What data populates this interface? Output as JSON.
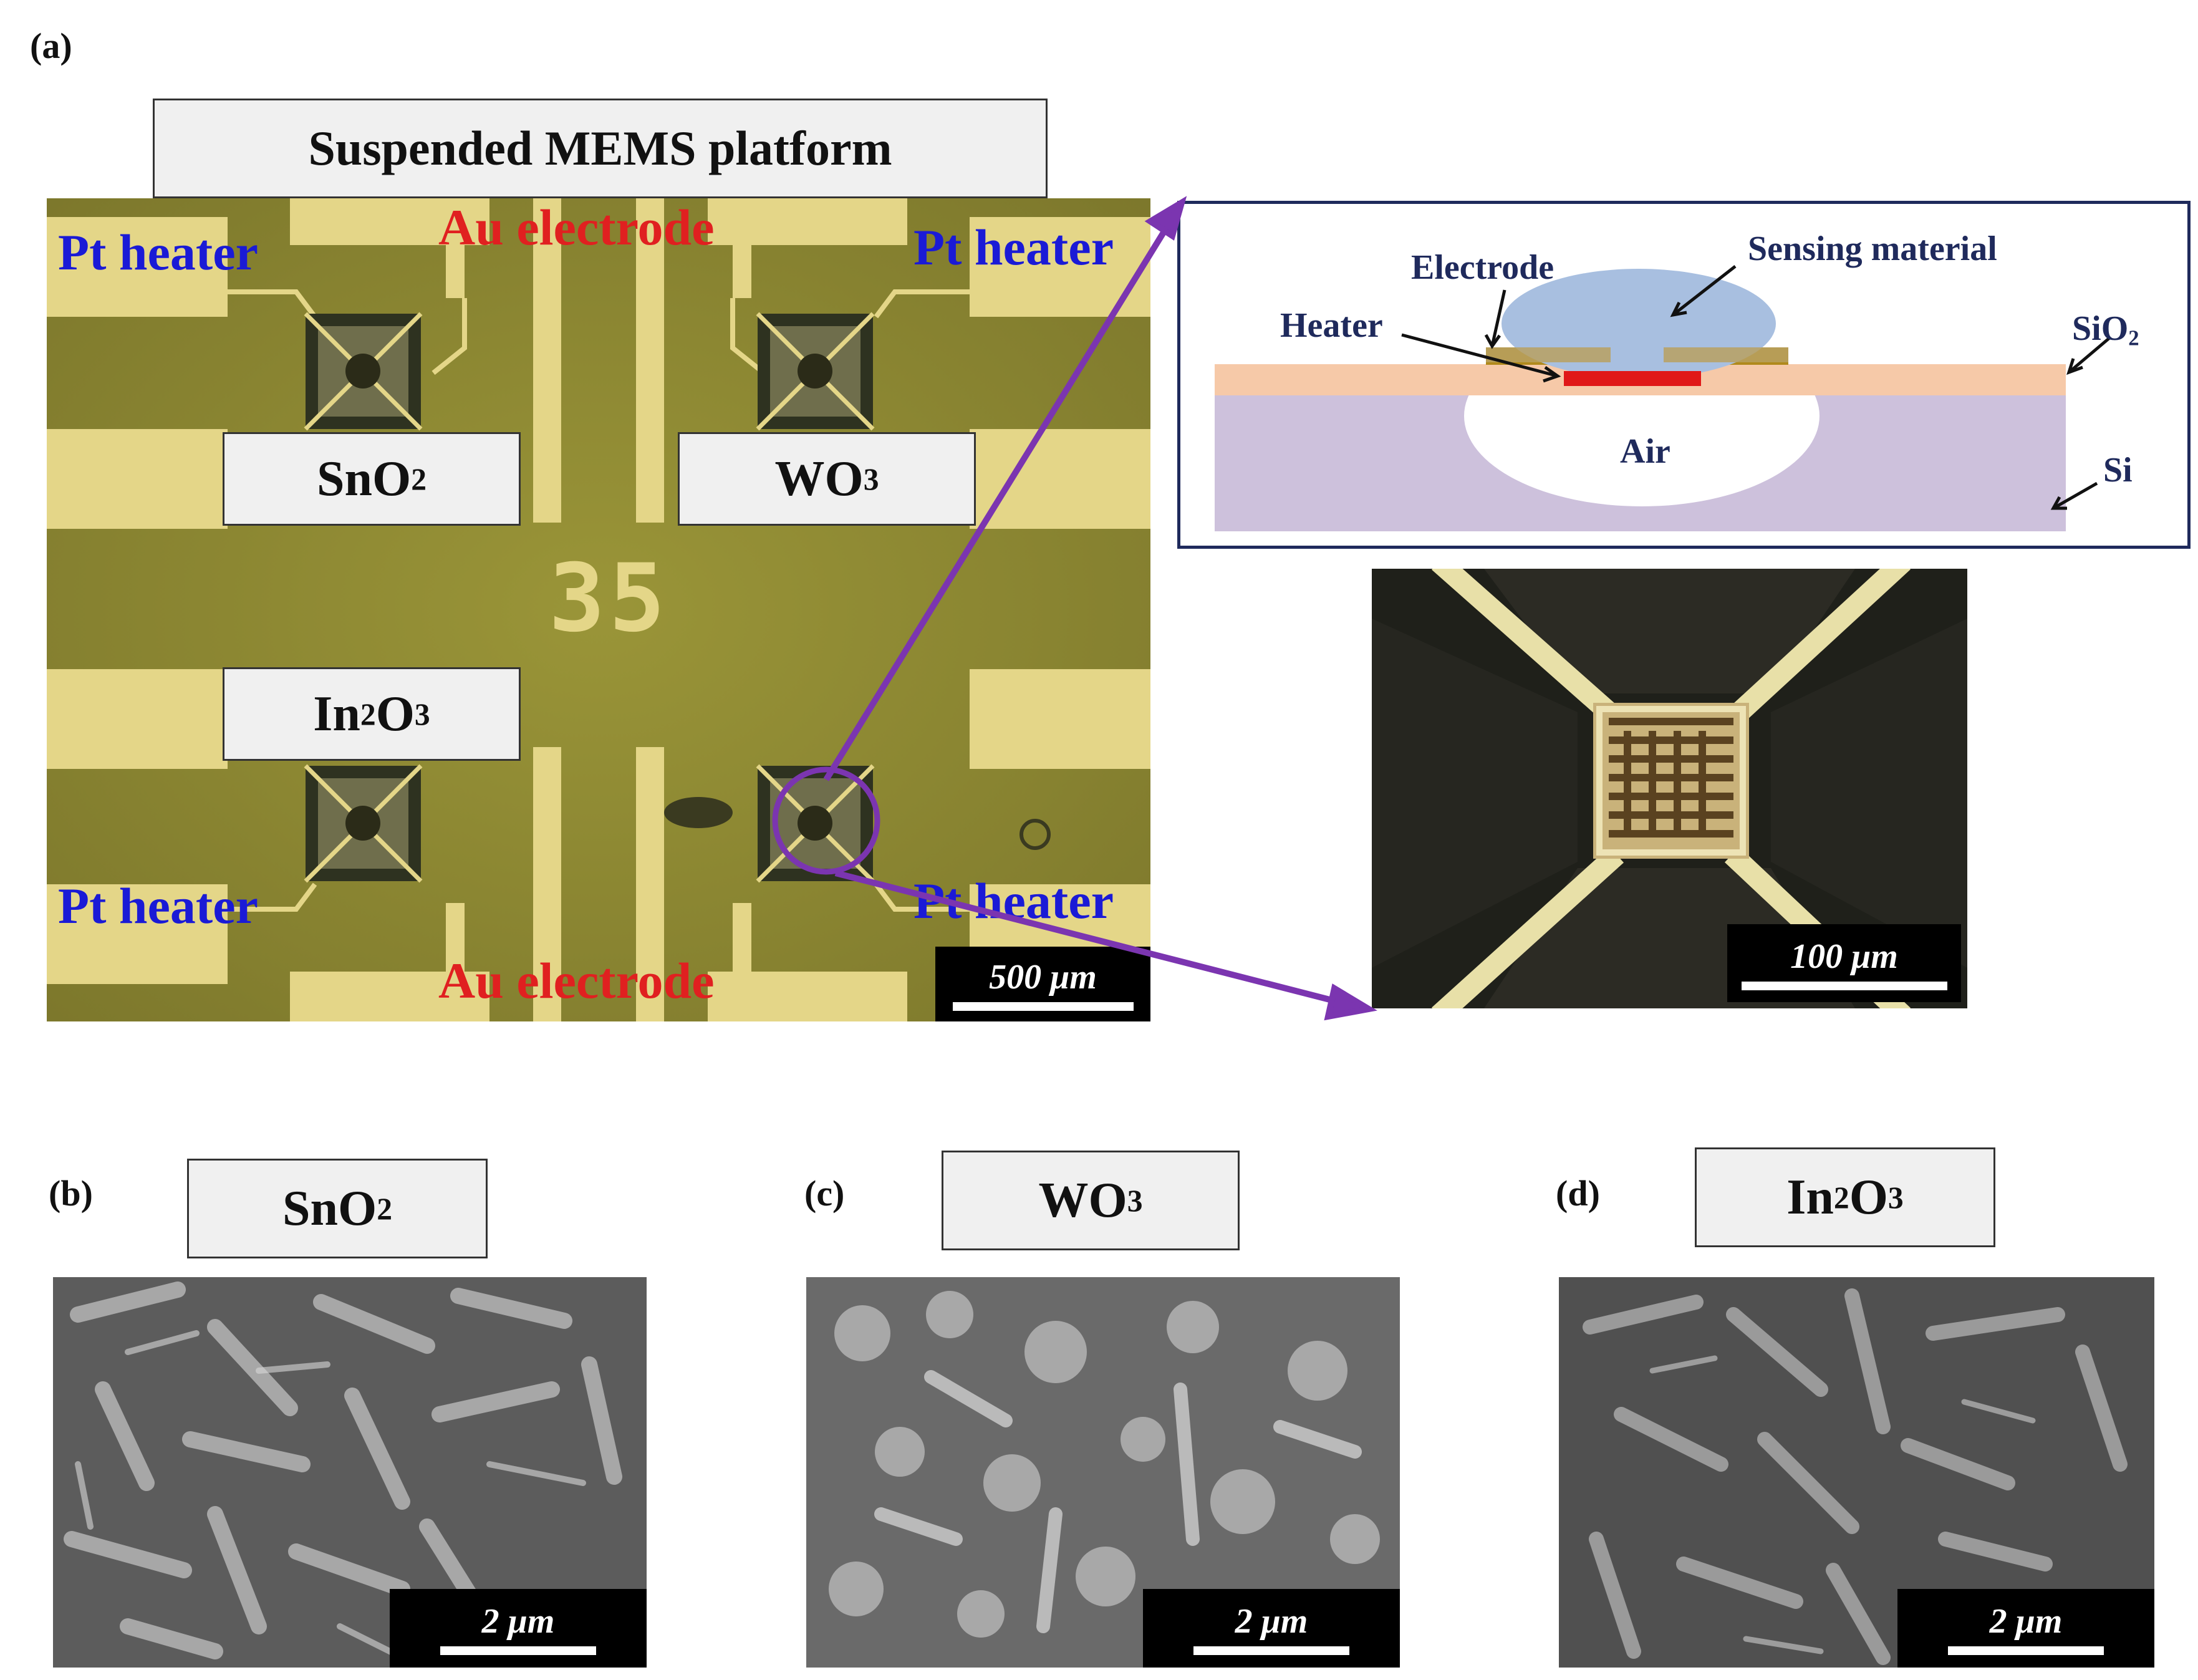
{
  "panel_a": {
    "label": "(a)",
    "platform_title": "Suspended MEMS platform",
    "pt_heater": "Pt heater",
    "au_electrode": "Au electrode",
    "chip_number": "35",
    "scale_500": "500 μm",
    "scale_100": "100 μm",
    "materials": {
      "sno2": {
        "base": "SnO",
        "sub": "2"
      },
      "wo3": {
        "base": "WO",
        "sub": "3"
      },
      "in2o3": {
        "a": "In",
        "s1": "2",
        "b": "O",
        "s2": "3"
      }
    },
    "schematic": {
      "electrode": "Electrode",
      "sensing_material": "Sensing material",
      "heater": "Heater",
      "sio2_base": "SiO",
      "sio2_sub": "2",
      "air": "Air",
      "si": "Si"
    }
  },
  "panel_b": {
    "label": "(b)",
    "scale": "2 μm"
  },
  "panel_c": {
    "label": "(c)",
    "scale": "2 μm"
  },
  "panel_d": {
    "label": "(d)",
    "scale": "2 μm"
  },
  "colors": {
    "chip_bg": "#8f8a33",
    "pad": "#e4d688",
    "heater_text": "#1a1ad6",
    "electrode_text": "#e02020",
    "arrow": "#7b35b0"
  }
}
